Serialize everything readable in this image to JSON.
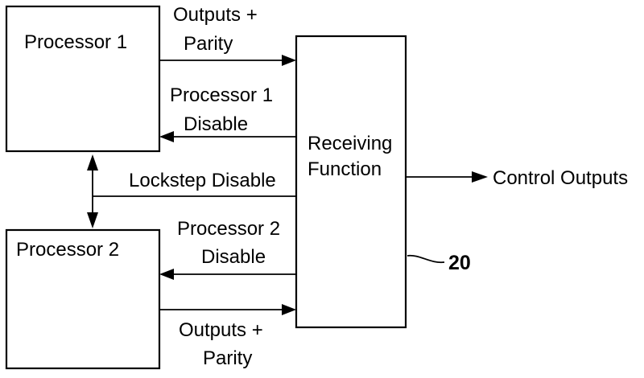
{
  "blocks": {
    "processor1": "Processor 1",
    "processor2": "Processor 2",
    "receiving_line1": "Receiving",
    "receiving_line2": "Function"
  },
  "signals": {
    "p1_outputs_line1": "Outputs +",
    "p1_outputs_line2": "Parity",
    "p1_disable_line1": "Processor 1",
    "p1_disable_line2": "Disable",
    "lockstep_disable": "Lockstep Disable",
    "p2_disable_line1": "Processor 2",
    "p2_disable_line2": "Disable",
    "p2_outputs_line1": "Outputs +",
    "p2_outputs_line2": "Parity",
    "control_outputs": "Control Outputs"
  },
  "reference_numeral": "20"
}
